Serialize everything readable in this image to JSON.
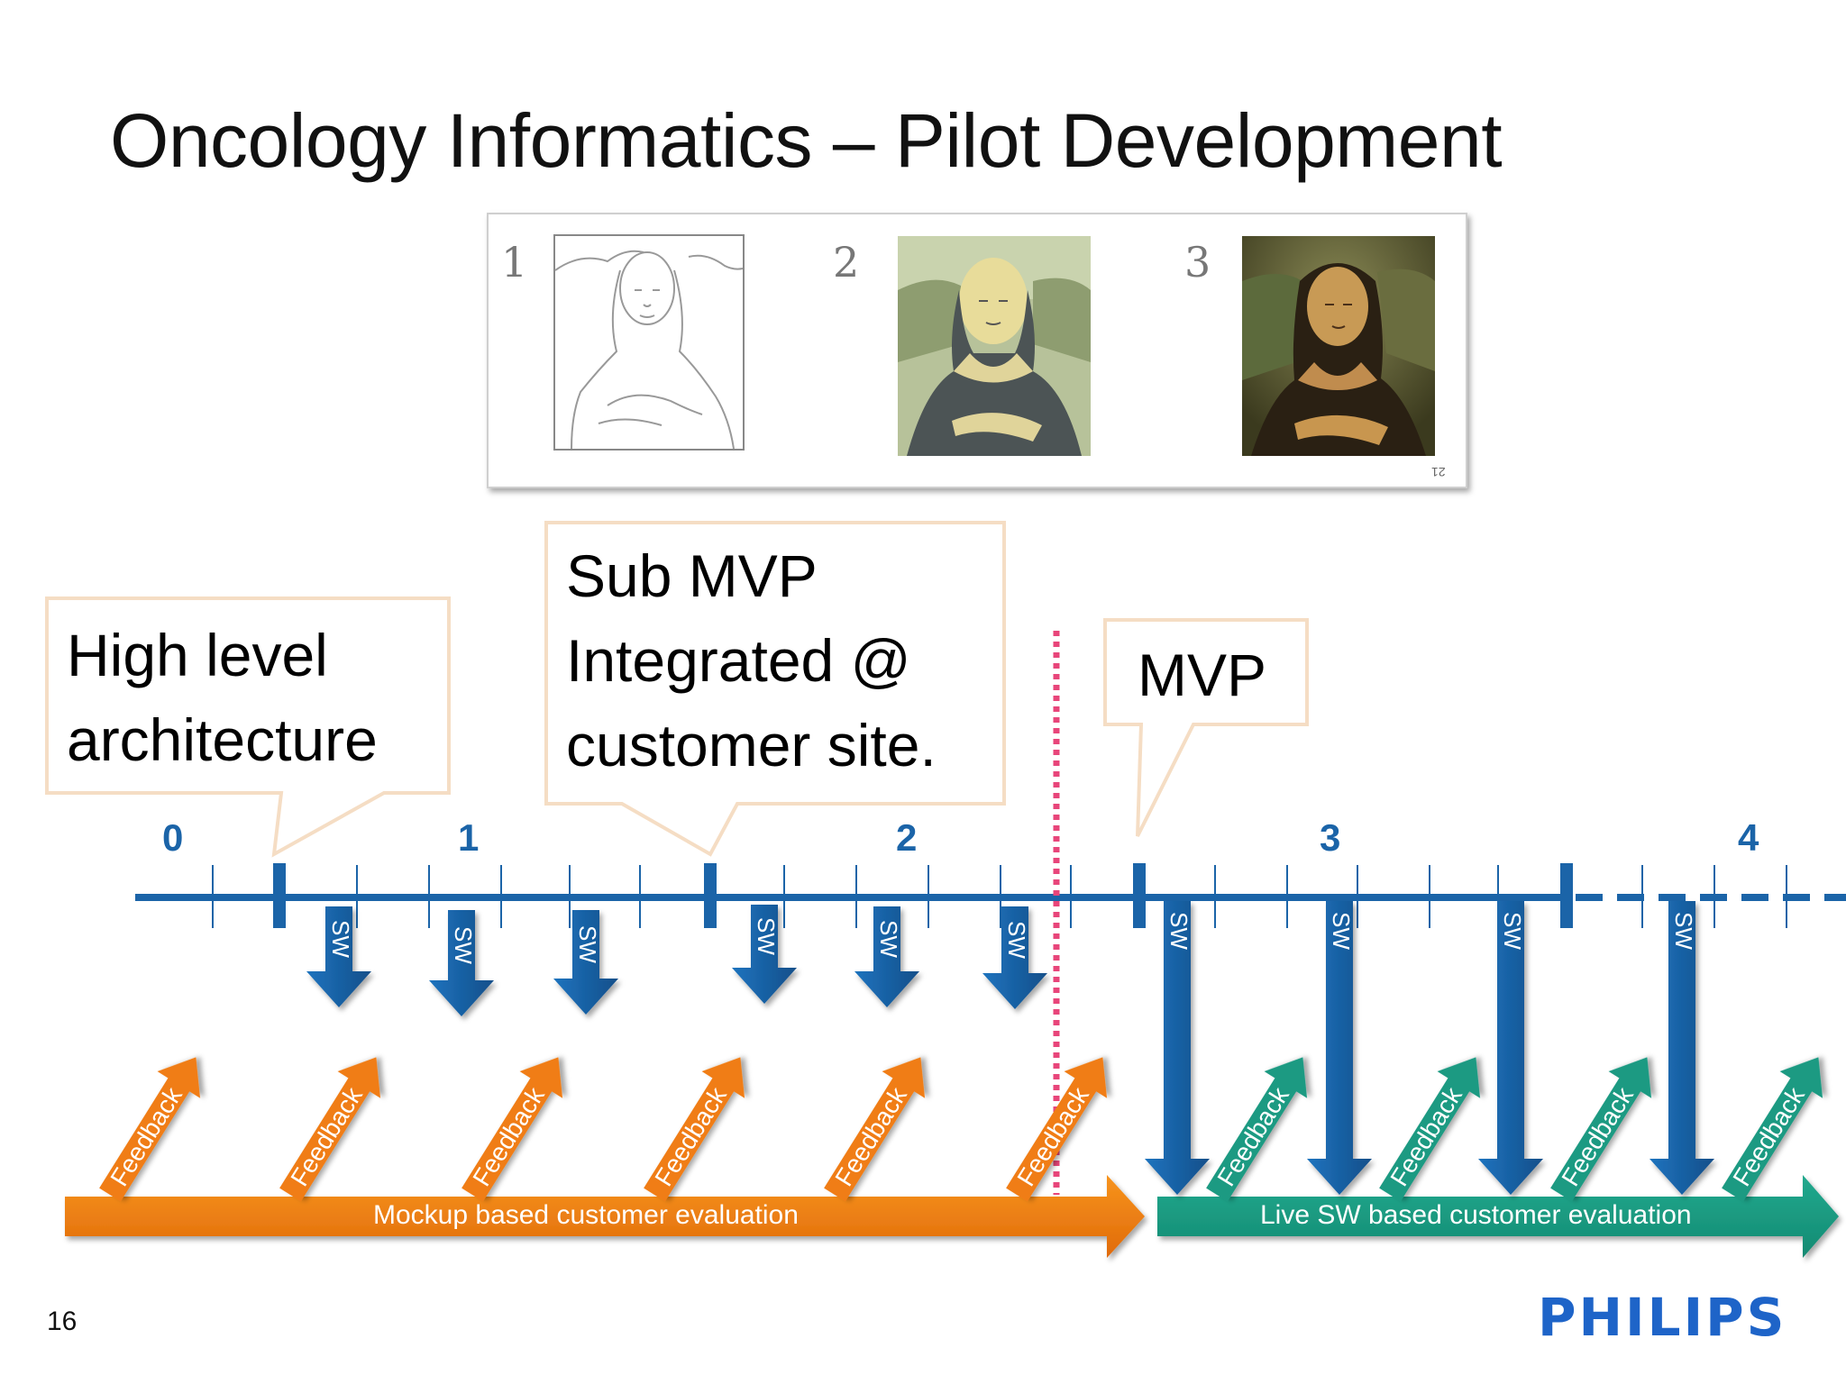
{
  "slide": {
    "title": "Oncology Informatics – Pilot Development",
    "number": "16",
    "logo": "PHILIPS"
  },
  "image_strip": {
    "numbers": [
      "1",
      "2",
      "3"
    ],
    "corner_mark": "21",
    "panels": [
      "mona-lisa-sketch",
      "mona-lisa-flat-color",
      "mona-lisa-painting"
    ]
  },
  "callouts": {
    "high_level": {
      "line1": "High level",
      "line2": "architecture"
    },
    "sub_mvp": {
      "line1": "Sub MVP",
      "line2": "Integrated @",
      "line3": "customer site."
    },
    "mvp": {
      "line1": "MVP"
    }
  },
  "timeline": {
    "labels": [
      "0",
      "1",
      "2",
      "3",
      "4"
    ]
  },
  "arrows": {
    "sw_label": "SW",
    "feedback_label": "Feedback"
  },
  "bands": {
    "mockup": "Mockup based customer evaluation",
    "live": "Live SW based customer evaluation"
  },
  "colors": {
    "timeline_blue": "#1b64a8",
    "feedback_orange": "#f07d13",
    "feedback_teal": "#1a9a82",
    "callout_border": "#f5ddc4",
    "milestone_line": "#e8457a",
    "logo_blue": "#1e64c8"
  }
}
